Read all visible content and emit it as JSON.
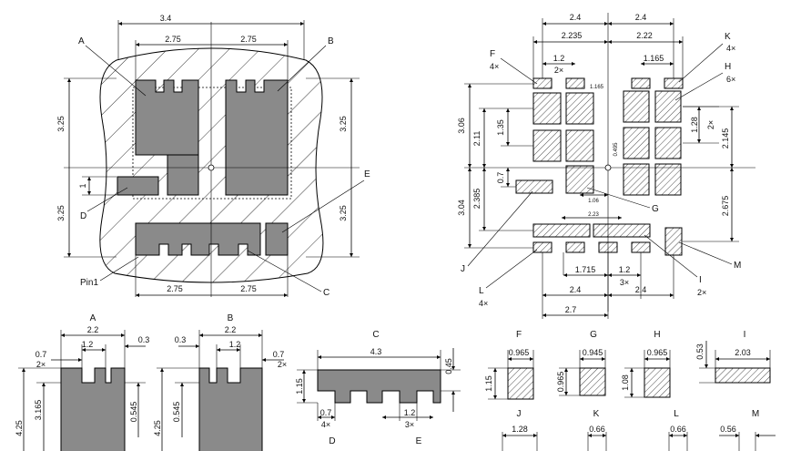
{
  "labels": {
    "A": "A",
    "B": "B",
    "C": "C",
    "D": "D",
    "E": "E",
    "F": "F",
    "G": "G",
    "H": "H",
    "I": "I",
    "J": "J",
    "K": "K",
    "L": "L",
    "M": "M",
    "pin1": "Pin1"
  },
  "counts": {
    "x4": "4×",
    "x6": "6×",
    "x2": "2×",
    "x3": "3×"
  },
  "package_view": {
    "top_width": "3.4",
    "half_a": "2.75",
    "half_b": "2.75",
    "bottom_left": "2.75",
    "bottom_right": "2.75",
    "left_upper": "3.25",
    "left_lower": "3.25",
    "right_upper": "3.25",
    "right_lower": "3.25",
    "pad_d_height": "1"
  },
  "land_pattern": {
    "top_left": "2.4",
    "top_right": "2.4",
    "left_span": "2.235",
    "right_span": "2.22",
    "f_pitch": "1.2",
    "k_pitch": "1.165",
    "f_gap": "1.165",
    "left_upper": "3.06",
    "left_upper_inner": "2.11",
    "left_pitch": "1.35",
    "left_lower": "3.04",
    "left_lower_inner": "2.385",
    "j_offset": "0.7",
    "center_offset": "0.495",
    "g_offset": "1.06",
    "i_span": "2.23",
    "right_h_pitch": "1.28",
    "right_upper": "2.145",
    "right_lower": "2.675",
    "bottom_mid": "1.715",
    "bottom_pitch": "1.2",
    "bottom_left": "2.4",
    "bottom_right": "2.4",
    "bottom_total": "2.7"
  },
  "detail_a": {
    "width": "2.2",
    "slot": "1.2",
    "left": "0.7",
    "right": "0.3",
    "height": "4.25",
    "inner": "3.165",
    "notch": "0.545"
  },
  "detail_b": {
    "width": "2.2",
    "slot": "1.2",
    "left": "0.3",
    "right": "0.7",
    "height": "4.25",
    "notch": "0.545"
  },
  "detail_c": {
    "width": "4.3",
    "height": "1.15",
    "notch": "0.45",
    "left": "0.7",
    "pitch": "1.2"
  },
  "detail_f": {
    "width": "0.965",
    "height": "1.15"
  },
  "detail_g": {
    "width": "0.945",
    "height": "0.965"
  },
  "detail_h": {
    "width": "0.965",
    "height": "1.08"
  },
  "detail_i": {
    "width": "2.03",
    "height": "0.53"
  },
  "detail_j": {
    "width": "1.28"
  },
  "detail_k": {
    "width": "0.66"
  },
  "detail_l": {
    "width": "0.66"
  },
  "detail_m": {
    "width": "0.56"
  }
}
